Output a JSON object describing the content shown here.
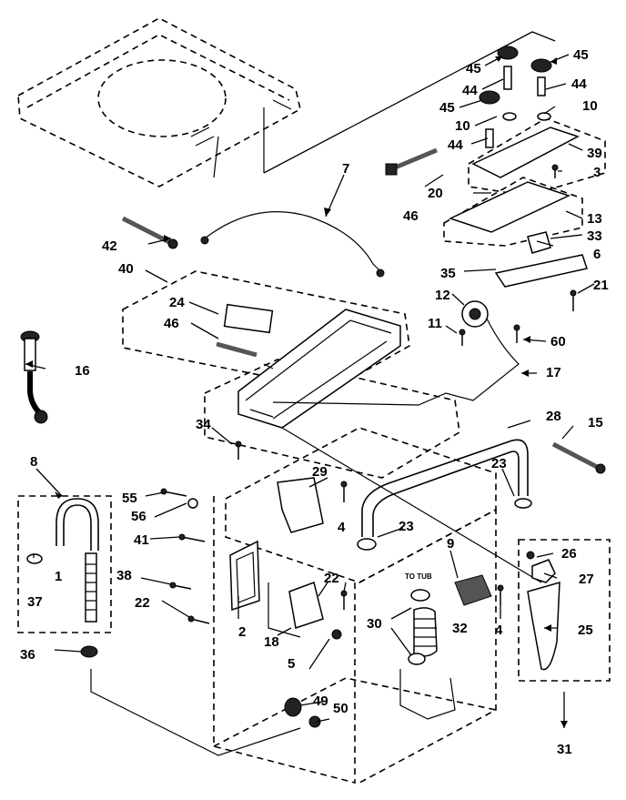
{
  "labels": {
    "p1": "1",
    "p2": "2",
    "p3": "3",
    "p4a": "4",
    "p4b": "4",
    "p5": "5",
    "p6": "6",
    "p7": "7",
    "p8": "8",
    "p9": "9",
    "p10a": "10",
    "p10b": "10",
    "p11": "11",
    "p12": "12",
    "p13": "13",
    "p15": "15",
    "p16": "16",
    "p17": "17",
    "p18": "18",
    "p20": "20",
    "p21": "21",
    "p22a": "22",
    "p22b": "22",
    "p23a": "23",
    "p23b": "23",
    "p24": "24",
    "p25": "25",
    "p26": "26",
    "p27": "27",
    "p28": "28",
    "p29": "29",
    "p30": "30",
    "p31": "31",
    "p32": "32",
    "p33": "33",
    "p34": "34",
    "p35": "35",
    "p36": "36",
    "p37": "37",
    "p38": "38",
    "p39": "39",
    "p40": "40",
    "p41": "41",
    "p42": "42",
    "p44a": "44",
    "p44b": "44",
    "p44c": "44",
    "p45a": "45",
    "p45b": "45",
    "p45c": "45",
    "p46a": "46",
    "p46b": "46",
    "p49": "49",
    "p50": "50",
    "p55": "55",
    "p56": "56",
    "p60": "60"
  },
  "annotations": {
    "to_tub": "TO TUB"
  }
}
